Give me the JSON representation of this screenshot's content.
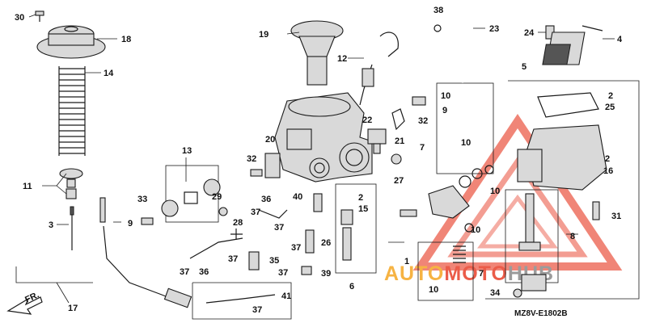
{
  "diagram": {
    "code": "MZ8V-E1802B",
    "direction_label": "FR.",
    "watermark": {
      "text_orange": "AUTO",
      "text_red": "MOTO",
      "text_grey": "HUB",
      "color_red": "#e8402a",
      "color_orange": "#f5a623",
      "color_grey": "#8a8a8a"
    },
    "callouts": [
      "30",
      "18",
      "19",
      "38",
      "23",
      "24",
      "4",
      "14",
      "12",
      "5",
      "2",
      "25",
      "10",
      "9",
      "32",
      "21",
      "22",
      "7",
      "20",
      "10",
      "13",
      "32",
      "2",
      "16",
      "11",
      "27",
      "10",
      "40",
      "2",
      "15",
      "36",
      "33",
      "29",
      "31",
      "37",
      "9",
      "28",
      "37",
      "3",
      "26",
      "37",
      "8",
      "36",
      "37",
      "35",
      "10",
      "37",
      "1",
      "39",
      "7",
      "17",
      "37",
      "6",
      "41",
      "10",
      "37",
      "34"
    ]
  }
}
